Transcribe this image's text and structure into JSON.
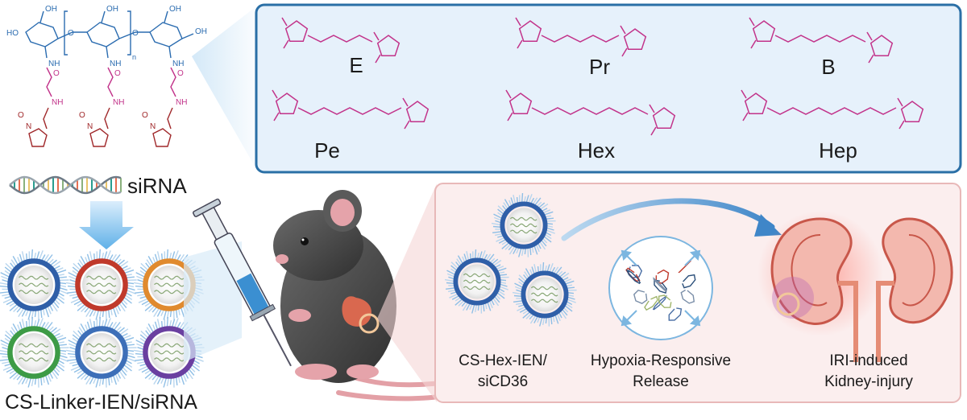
{
  "colors": {
    "blue_chain": "#2b6cb0",
    "linker": "#c2338a",
    "nitroimidazole": "#a0282a",
    "panel_border": "#2a6fa6",
    "panel_fill": "#e6f1fb",
    "release_panel_fill": "#fbeeee",
    "release_panel_border": "#e8b8b8"
  },
  "polymer": {
    "repeat_subscript": "n",
    "atoms": {
      "oh": "OH",
      "ho": "HO",
      "o": "O",
      "nh": "NH",
      "n": "N",
      "nitro_plus": "+",
      "nitro_minus": "-"
    }
  },
  "linkers": [
    {
      "label": "E"
    },
    {
      "label": "Pr"
    },
    {
      "label": "B"
    },
    {
      "label": "Pe"
    },
    {
      "label": "Hex"
    },
    {
      "label": "Hep"
    }
  ],
  "sirna_label": "siRNA",
  "nanoparticles_label": "CS-Linker-IEN/siRNA",
  "nanoparticle_core_colors": [
    "#2f5fa8",
    "#c0392b",
    "#e08a2e",
    "#3d9b46",
    "#3d6fb8",
    "#6a3fa0"
  ],
  "release": {
    "left_label_line1": "CS-Hex-IEN/",
    "left_label_line2": "siCD36",
    "middle_label_line1": "Hypoxia-Responsive",
    "middle_label_line2": "Release",
    "right_label_line1": "IRI-induced",
    "right_label_line2": "Kidney-injury"
  }
}
